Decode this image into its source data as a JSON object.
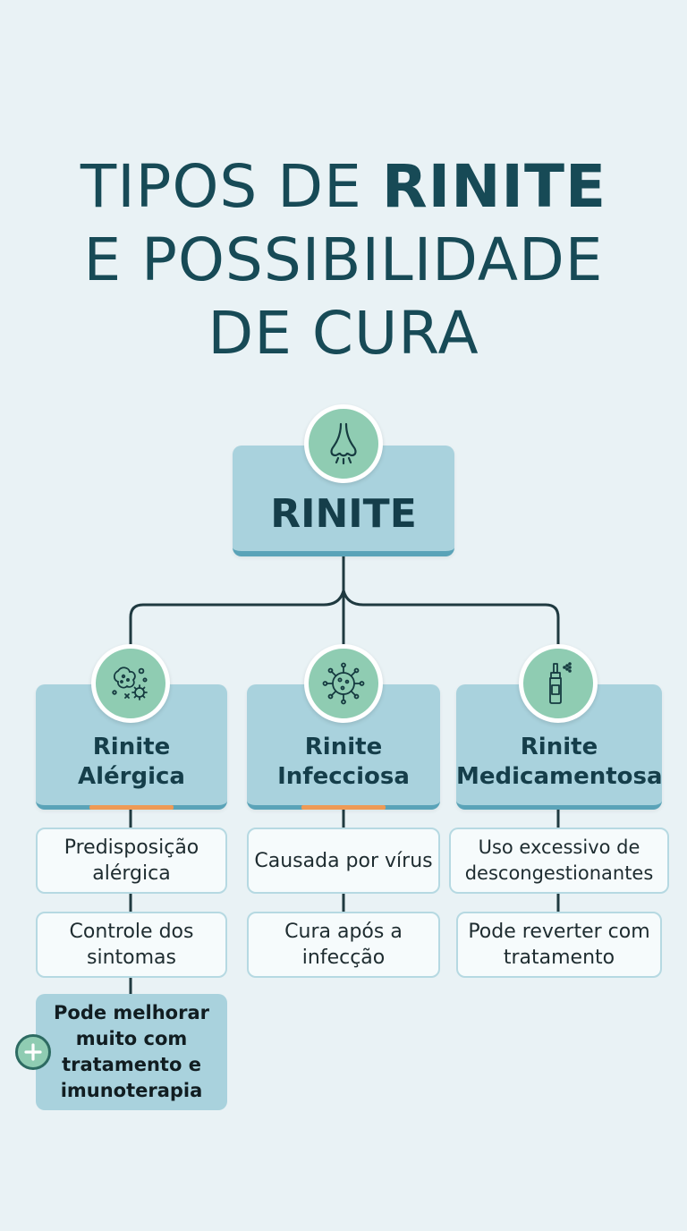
{
  "title": {
    "line1_prefix": "TIPOS DE ",
    "line1_bold": "RINITE",
    "line2": "E POSSIBILIDADE",
    "line3": "DE CURA"
  },
  "root": {
    "label": "RINITE",
    "icon": "nose-icon"
  },
  "categories": [
    {
      "label_line1": "Rinite",
      "label_line2": "Alérgica",
      "icon": "allergen-particles-icon",
      "items": [
        "Predisposição alérgica",
        "Controle dos sintomas"
      ],
      "highlight": "Pode melhorar muito com tratamento e imunoterapia",
      "highlight_icon": "plus-icon"
    },
    {
      "label_line1": "Rinite",
      "label_line2": "Infecciosa",
      "icon": "virus-icon",
      "items": [
        "Causada por vírus",
        "Cura após a infecção"
      ]
    },
    {
      "label_line1": "Rinite",
      "label_line2": "Medicamentosa",
      "icon": "nasal-spray-icon",
      "items": [
        "Uso excessivo de descongestionantes",
        "Pode reverter com tratamento"
      ]
    }
  ],
  "colors": {
    "background": "#e9f2f5",
    "title": "#174a56",
    "box": "#a9d2dd",
    "icon_circle": "#8fccb2",
    "accent": "#ee9a55",
    "connector": "#1f3a40"
  }
}
